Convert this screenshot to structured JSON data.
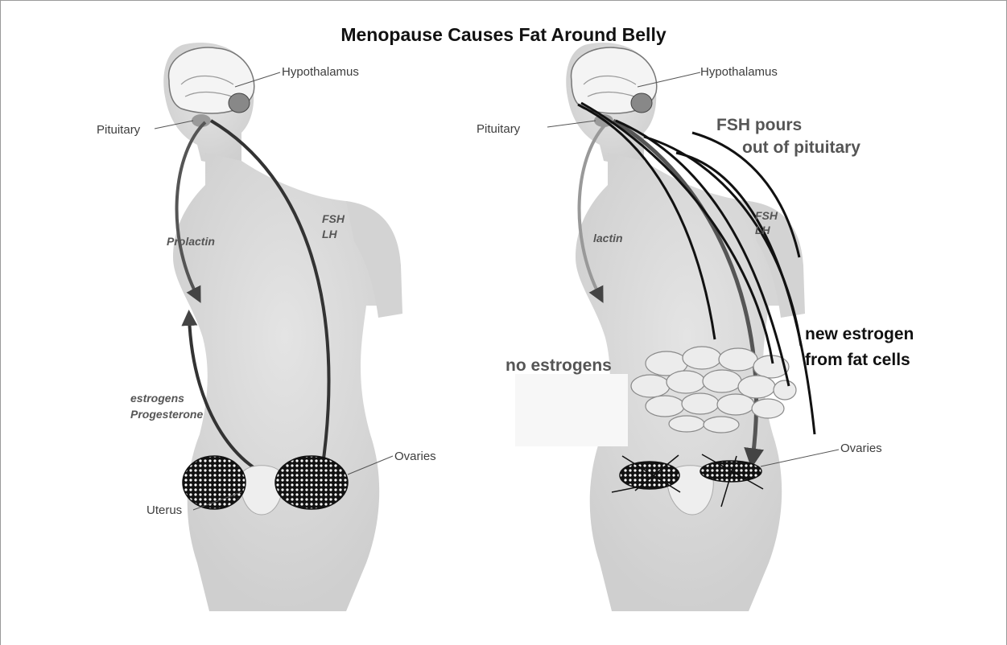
{
  "title": "Menopause Causes Fat Around Belly",
  "left_figure": {
    "hypothalamus": "Hypothalamus",
    "pituitary": "Pituitary",
    "prolactin": "Prolactin",
    "fsh": "FSH",
    "lh": "LH",
    "estrogens": "estrogens",
    "progesterone": "Progesterone",
    "ovaries": "Ovaries",
    "uterus": "Uterus"
  },
  "right_figure": {
    "hypothalamus": "Hypothalamus",
    "pituitary": "Pituitary",
    "fsh_pours_line1": "FSH pours",
    "fsh_pours_line2": "out of pituitary",
    "fsh": "FSH",
    "lh": "LH",
    "prolactin": "lactin",
    "no_estrogens": "no estrogens",
    "new_estrogen_line1": "new estrogen",
    "new_estrogen_line2": "from fat cells",
    "ovaries": "Ovaries"
  }
}
